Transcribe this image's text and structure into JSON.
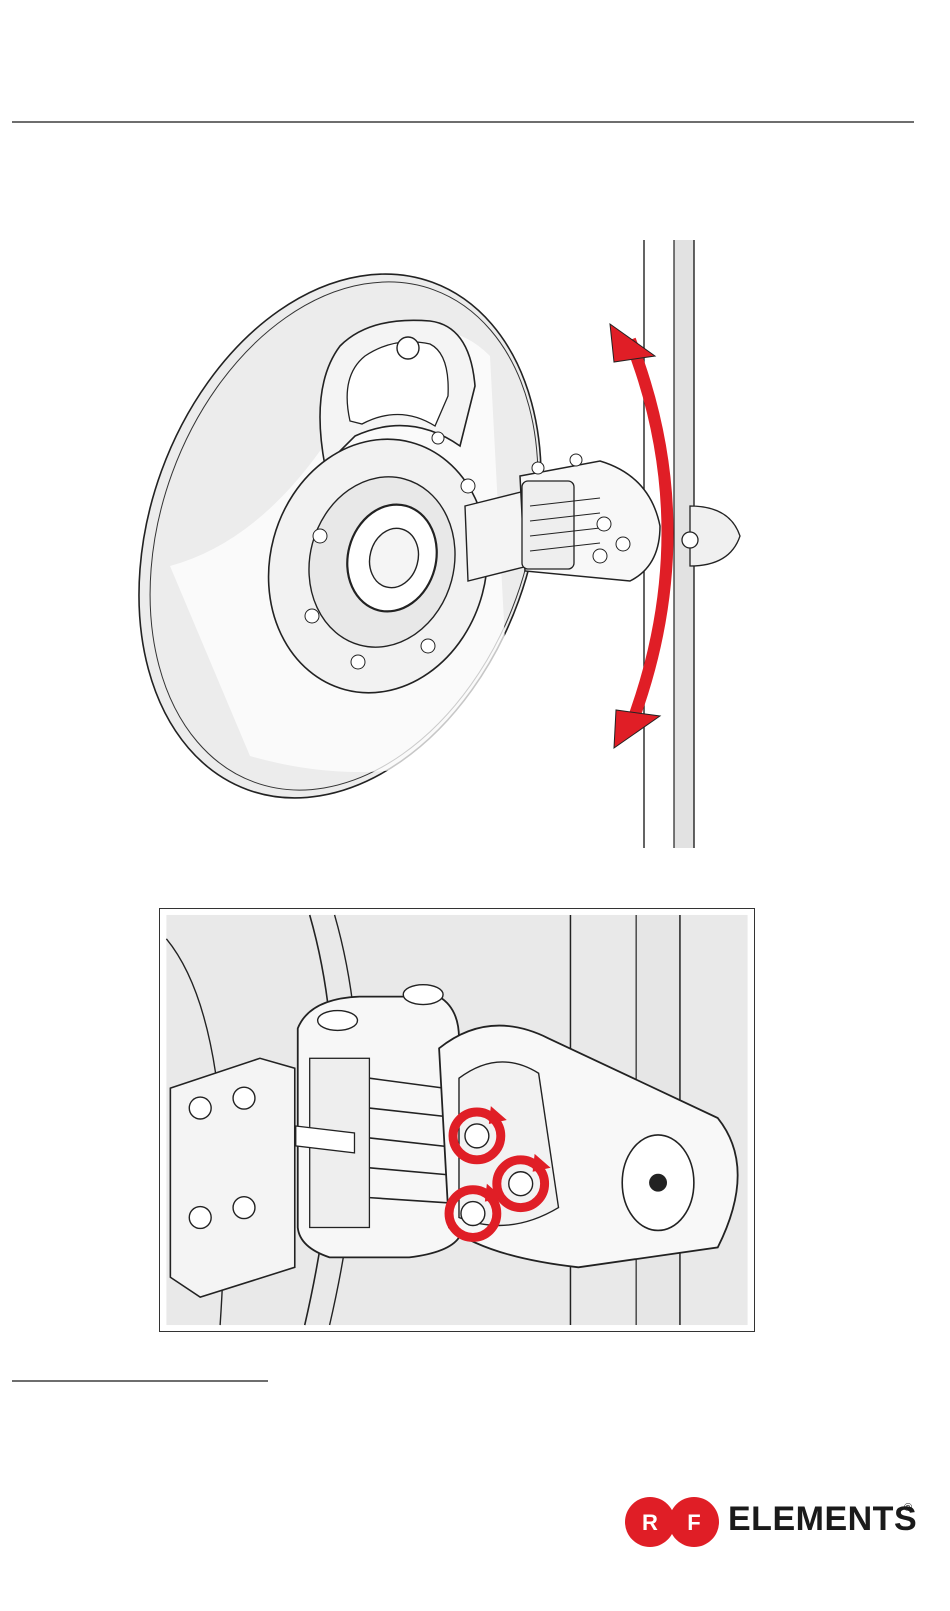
{
  "brand": {
    "logo_letter_1": "R",
    "logo_letter_2": "F",
    "logo_word": "ELEMENTS",
    "registered_mark": "®",
    "logo_color": "#e01e26"
  },
  "figures": {
    "main_caption_visible": false,
    "arrow_color": "#e01e26",
    "pole_shade": "#e2e2e2"
  },
  "icons": [
    "rotate-arrow-icon",
    "bolt-icon"
  ]
}
